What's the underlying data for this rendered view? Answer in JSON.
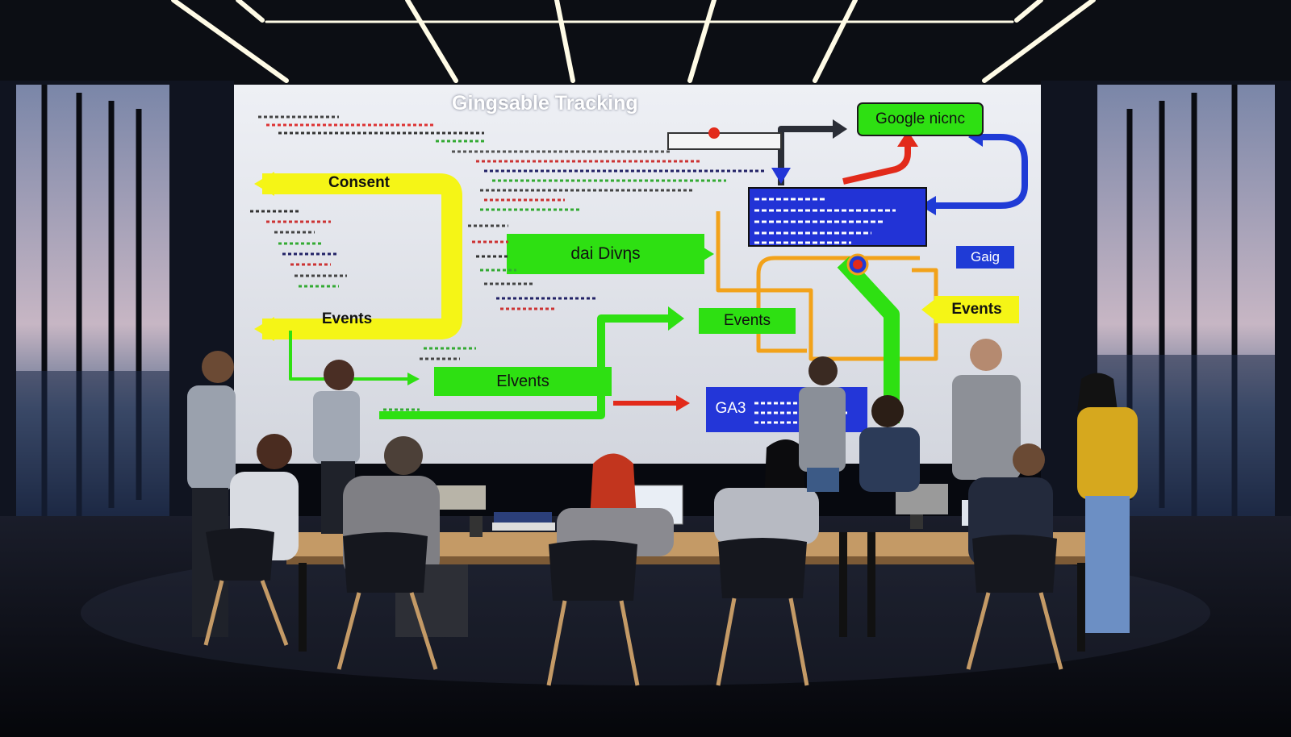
{
  "scene": {
    "title": "Gingsable Tracking",
    "labels": {
      "consent": "Consent",
      "events_yellow_left": "Events",
      "dai_divns": "dai Divηs",
      "events_green_mid": "Events",
      "elvents": "Elvents",
      "google_nicnc": "Google nicnc",
      "gaig": "Gaig",
      "events_yellow_right": "Events",
      "ga_box": "GA3"
    },
    "colors": {
      "yellow": "#f5f516",
      "green": "#2ee012",
      "blue": "#1f3bd6",
      "orange": "#f2a21a",
      "red": "#e22a1a",
      "wall": "#e6e8ee"
    }
  }
}
